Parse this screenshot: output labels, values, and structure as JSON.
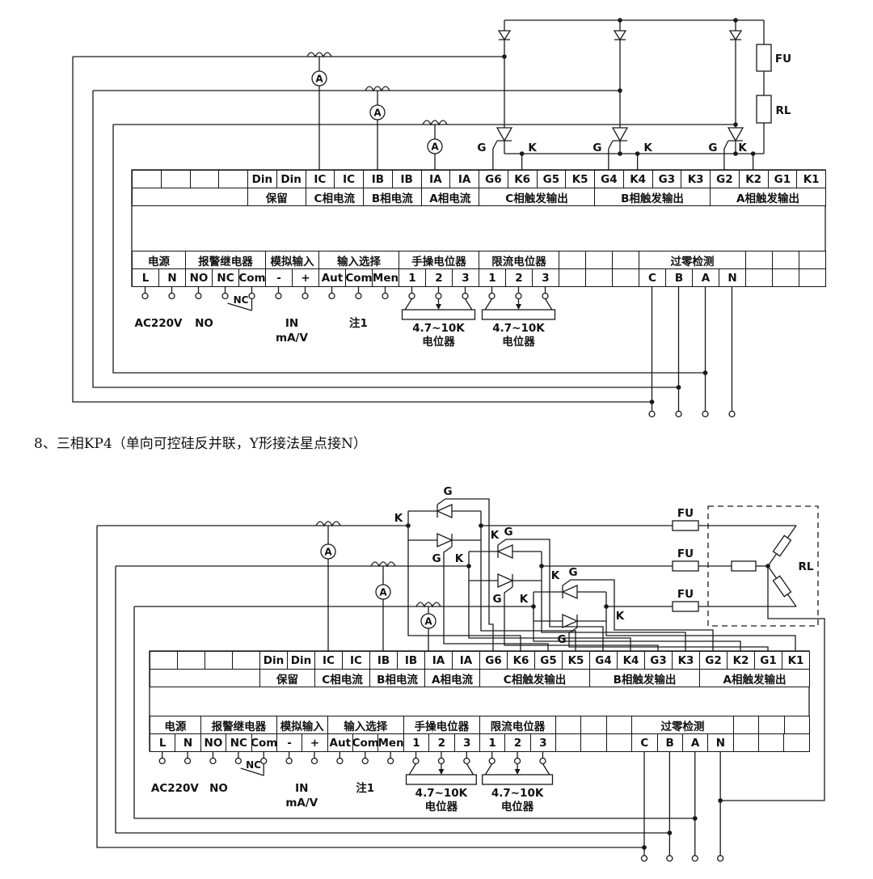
{
  "page": {
    "background": "#ffffff",
    "line_color": "#1a1a1a"
  },
  "section_title": "8、三相KP4（单向可控硅反并联，Y形接法星点接N）",
  "labels": {
    "gate": "G",
    "cathode": "K",
    "fuse": "FU",
    "load": "RL",
    "ammeter": "A",
    "ac_power": "AC220V",
    "relay_no": "NO",
    "relay_nc": "NC",
    "analog_in": "IN",
    "analog_unit": "mA/V",
    "note": "注1",
    "pot_value": "4.7~10K",
    "pot_name": "电位器"
  },
  "terminal_block": {
    "upper_row1": [
      "",
      "",
      "",
      "",
      "Din",
      "Din",
      "IC",
      "IC",
      "IB",
      "IB",
      "IA",
      "IA",
      "G6",
      "K6",
      "G5",
      "K5",
      "G4",
      "K4",
      "G3",
      "K3",
      "G2",
      "K2",
      "G1",
      "K1"
    ],
    "upper_row2": [
      {
        "t": "",
        "s": 4
      },
      {
        "t": "保留",
        "s": 2
      },
      {
        "t": "C相电流",
        "s": 2
      },
      {
        "t": "B相电流",
        "s": 2
      },
      {
        "t": "A相电流",
        "s": 2
      },
      {
        "t": "C相触发输出",
        "s": 4
      },
      {
        "t": "B相触发输出",
        "s": 4
      },
      {
        "t": "A相触发输出",
        "s": 4
      }
    ],
    "lower_row1": [
      {
        "t": "电源",
        "s": 2
      },
      {
        "t": "报警继电器",
        "s": 3
      },
      {
        "t": "模拟输入",
        "s": 2
      },
      {
        "t": "输入选择",
        "s": 3
      },
      {
        "t": "手操电位器",
        "s": 3
      },
      {
        "t": "限流电位器",
        "s": 3
      },
      {
        "t": "",
        "s": 1
      },
      {
        "t": "",
        "s": 1
      },
      {
        "t": "",
        "s": 1
      },
      {
        "t": "过零检测",
        "s": 4
      },
      {
        "t": "",
        "s": 1
      },
      {
        "t": "",
        "s": 1
      },
      {
        "t": "",
        "s": 1
      }
    ],
    "lower_row2": [
      "L",
      "N",
      "NO",
      "NC",
      "Com",
      "-",
      "+",
      "Aut",
      "Com",
      "Men",
      "1",
      "2",
      "3",
      "1",
      "2",
      "3",
      "",
      "",
      "",
      "C",
      "B",
      "A",
      "N",
      "",
      "",
      ""
    ]
  }
}
